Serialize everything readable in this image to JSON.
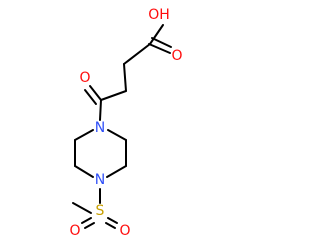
{
  "colors": {
    "bond": "#000000",
    "oxygen": "#ff0d0d",
    "nitrogen": "#3050f8",
    "sulfur": "#c8a000"
  },
  "atoms": {
    "hydroxyl": "OH",
    "acid_carbonyl_o": "O",
    "amide_carbonyl_o": "O",
    "n_top": "N",
    "n_bottom": "N",
    "sulfur": "S",
    "sulfonyl_o_left": "O",
    "sulfonyl_o_right": "O"
  }
}
